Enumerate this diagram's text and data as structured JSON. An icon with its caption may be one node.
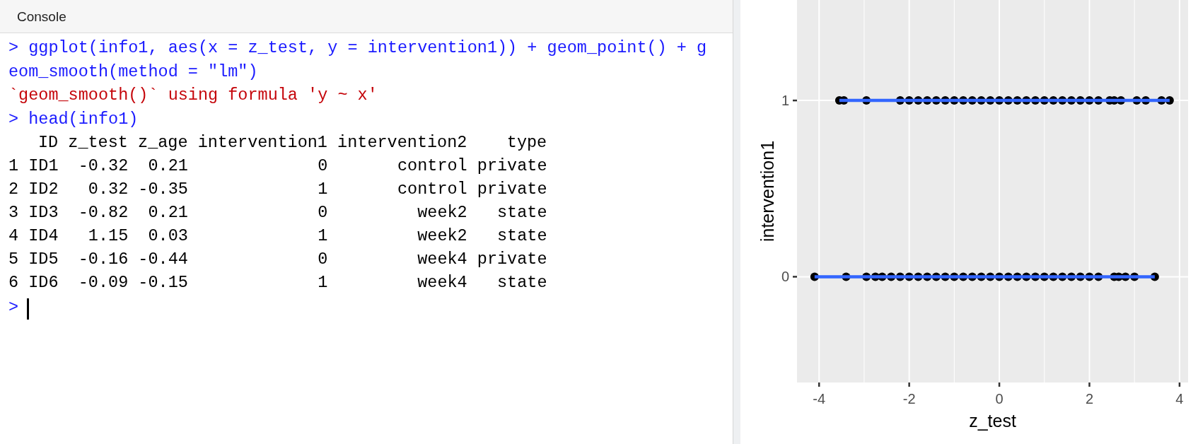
{
  "diagram": {
    "labels": [
      "Console",
      "> ggplot(info1, aes(x = z_test, y = intervention1)) + geom_point() + g",
      "eom_smooth(method = \"lm\")",
      "`geom_smooth()` using formula 'y ~ x'",
      "> head(info1)",
      "ID z_test z_age intervention1 intervention2    type",
      "1 ID1  -0.32  0.21             0       control private",
      "2 ID2   0.32 -0.35             1       control private",
      "3 ID3  -0.82  0.21             0         week2   state",
      "4 ID4   1.15  0.03             1         week2   state",
      "5 ID5  -0.16 -0.44             0         week4 private",
      "6 ID6  -0.09 -0.15             1         week4   state",
      ">"
    ],
    "chart_data": {
      "type": "scatter",
      "xlabel": "z_test",
      "ylabel": "intervention1",
      "x": [
        -3.55,
        -3.45,
        -2.95,
        -2.2,
        -2.0,
        -1.8,
        -1.6,
        -1.4,
        -1.2,
        -1.0,
        -0.8,
        -0.6,
        -0.4,
        -0.2,
        0.0,
        0.2,
        0.4,
        0.6,
        0.8,
        1.0,
        1.2,
        1.4,
        1.6,
        1.8,
        2.0,
        2.2,
        2.45,
        2.55,
        2.7,
        3.05,
        3.25,
        3.6,
        3.78,
        -4.1,
        -3.4,
        -2.95,
        -2.75,
        -2.6,
        -2.4,
        -2.2,
        -2.0,
        -1.8,
        -1.6,
        -1.4,
        -1.2,
        -1.0,
        -0.8,
        -0.6,
        -0.4,
        -0.2,
        0.0,
        0.2,
        0.4,
        0.6,
        0.8,
        1.0,
        1.2,
        1.4,
        1.6,
        1.8,
        2.0,
        2.2,
        2.55,
        2.65,
        2.8,
        3.0,
        3.45
      ],
      "series": [
        {
          "color": "#000000",
          "values": [
            1,
            1,
            1,
            1,
            1,
            1,
            1,
            1,
            1,
            1,
            1,
            1,
            1,
            1,
            1,
            1,
            1,
            1,
            1,
            1,
            1,
            1,
            1,
            1,
            1,
            1,
            1,
            1,
            1,
            1,
            1,
            1,
            1,
            0,
            0,
            0,
            0,
            0,
            0,
            0,
            0,
            0,
            0,
            0,
            0,
            0,
            0,
            0,
            0,
            0,
            0,
            0,
            0,
            0,
            0,
            0,
            0,
            0,
            0,
            0,
            0,
            0,
            0,
            0,
            0,
            0,
            0
          ]
        }
      ],
      "grid": true,
      "xlim": [
        -4.49,
        4.19
      ],
      "ylim": [
        -0.6,
        1.57
      ],
      "xticks": [
        -4,
        -2,
        0,
        2,
        4
      ],
      "yticks": [
        0,
        1
      ]
    }
  }
}
